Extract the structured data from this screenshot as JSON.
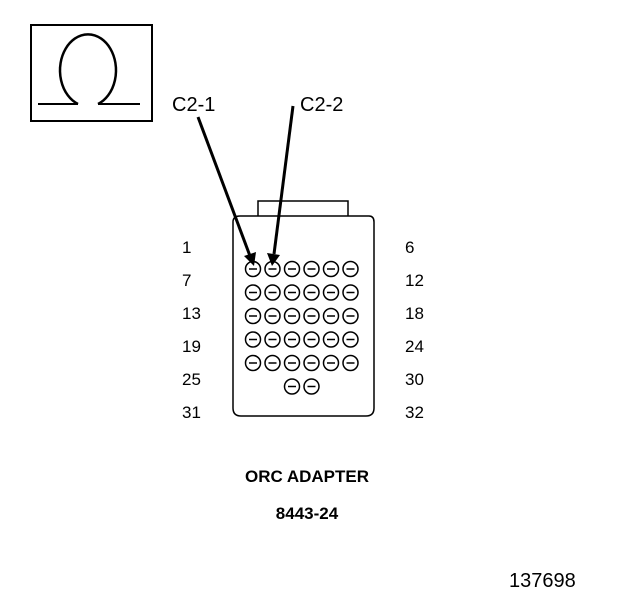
{
  "symbol": {
    "icon": "ohm-icon"
  },
  "callouts": {
    "left": "C2-1",
    "right": "C2-2"
  },
  "row_labels_left": [
    "1",
    "7",
    "13",
    "19",
    "25",
    "31"
  ],
  "row_labels_right": [
    "6",
    "12",
    "18",
    "24",
    "30",
    "32"
  ],
  "connector": {
    "name": "ORC ADAPTER",
    "part_number": "8443-24",
    "pin_rows": [
      6,
      6,
      6,
      6,
      6,
      2
    ]
  },
  "figure_number": "137698"
}
